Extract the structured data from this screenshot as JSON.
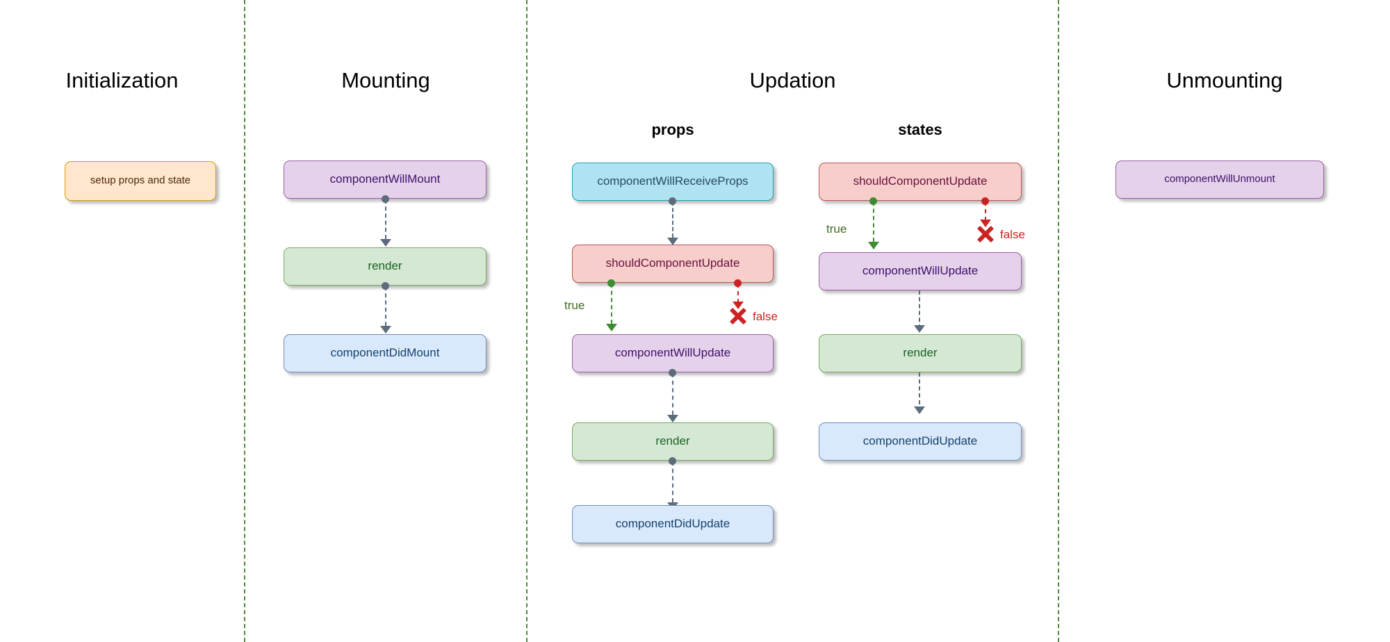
{
  "diagram": {
    "title_text_color": "#000000",
    "divider_color": "#52883f",
    "sections": [
      {
        "id": "initialization",
        "label": "Initialization"
      },
      {
        "id": "mounting",
        "label": "Mounting"
      },
      {
        "id": "updation",
        "label": "Updation"
      },
      {
        "id": "unmounting",
        "label": "Unmounting"
      }
    ],
    "subsections": [
      {
        "id": "props",
        "label": "props"
      },
      {
        "id": "states",
        "label": "states"
      }
    ],
    "nodes": {
      "init_setup": {
        "label": "setup props and state",
        "color": "#ffe6cc"
      },
      "mount_will": {
        "label": "componentWillMount",
        "color": "#e5d2ea"
      },
      "mount_render": {
        "label": "render",
        "color": "#d5e8d4"
      },
      "mount_did": {
        "label": "componentDidMount",
        "color": "#dae8fc"
      },
      "props_willreceive": {
        "label": "componentWillReceiveProps",
        "color": "#b0e3f2"
      },
      "props_should": {
        "label": "shouldComponentUpdate",
        "color": "#f8cecc"
      },
      "props_willupdate": {
        "label": "componentWillUpdate",
        "color": "#e5d2ea"
      },
      "props_render": {
        "label": "render",
        "color": "#d5e8d4"
      },
      "props_didupdate": {
        "label": "componentDidUpdate",
        "color": "#dae8fc"
      },
      "states_should": {
        "label": "shouldComponentUpdate",
        "color": "#f8cecc"
      },
      "states_willupdate": {
        "label": "componentWillUpdate",
        "color": "#e5d2ea"
      },
      "states_render": {
        "label": "render",
        "color": "#d5e8d4"
      },
      "states_didupdate": {
        "label": "componentDidUpdate",
        "color": "#dae8fc"
      },
      "unmount_will": {
        "label": "componentWillUnmount",
        "color": "#e5d2ea"
      }
    },
    "branch_labels": {
      "props_true": "true",
      "props_false": "false",
      "states_true": "true",
      "states_false": "false"
    }
  }
}
